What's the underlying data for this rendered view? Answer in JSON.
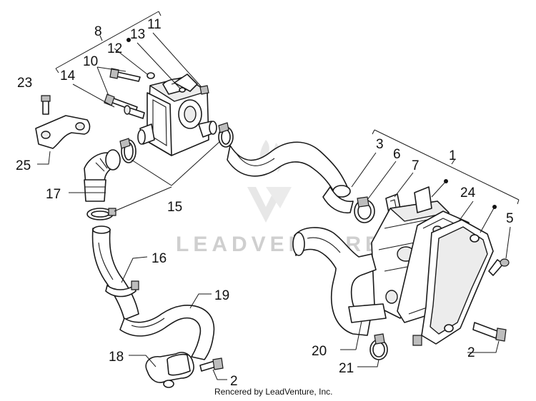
{
  "diagram": {
    "watermark": "LEADVENTURE",
    "credit": "Rencered by LeadVenture, Inc.",
    "callouts": {
      "c1": "1",
      "c2a": "2",
      "c2b": "2",
      "c3": "3",
      "c5": "5",
      "c6": "6",
      "c7": "7",
      "c8": "8",
      "c10": "10",
      "c11": "11",
      "c12": "12",
      "c13": "13",
      "c14": "14",
      "c15": "15",
      "c16": "16",
      "c17": "17",
      "c18": "18",
      "c19": "19",
      "c20": "20",
      "c21": "21",
      "c23": "23",
      "c24": "24",
      "c25": "25"
    },
    "colors": {
      "line": "#1a1a1a",
      "watermark": "#cfcfcf",
      "background": "#ffffff"
    }
  }
}
